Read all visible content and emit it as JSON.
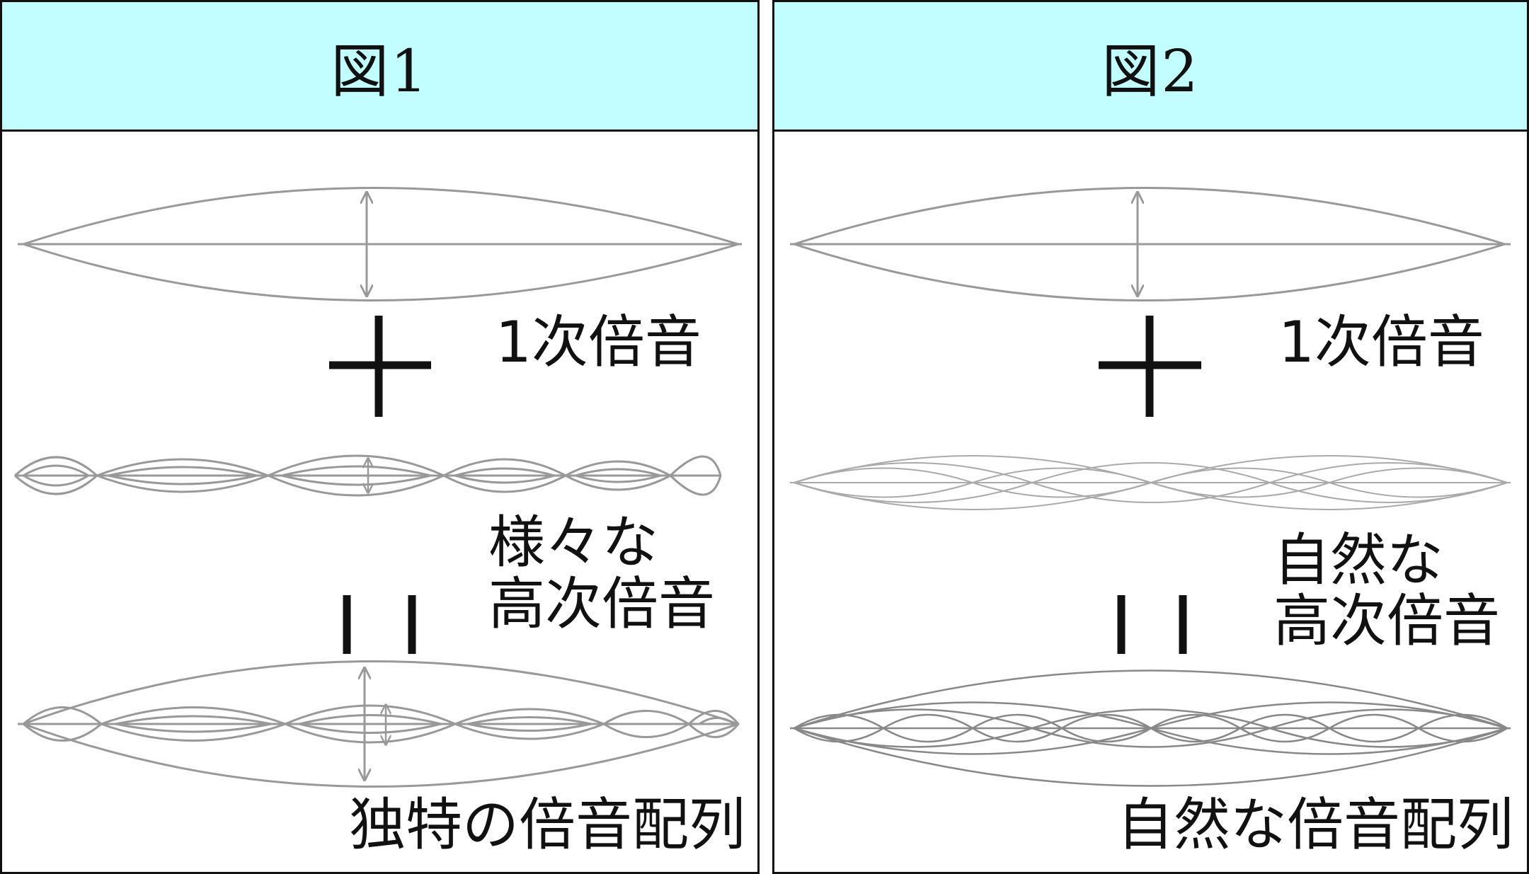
{
  "colors": {
    "header_bg": "#c2feff",
    "wave": "#999999",
    "symbol": "#111111"
  },
  "figure1": {
    "title": "図1",
    "label_fundamental": "1次倍音",
    "label_overtones_line1": "様々な",
    "label_overtones_line2": "高次倍音",
    "label_result": "独特の倍音配列"
  },
  "figure2": {
    "title": "図2",
    "label_fundamental": "1次倍音",
    "label_overtones_line1": "自然な",
    "label_overtones_line2": "高次倍音",
    "label_result": "自然な倍音配列"
  }
}
